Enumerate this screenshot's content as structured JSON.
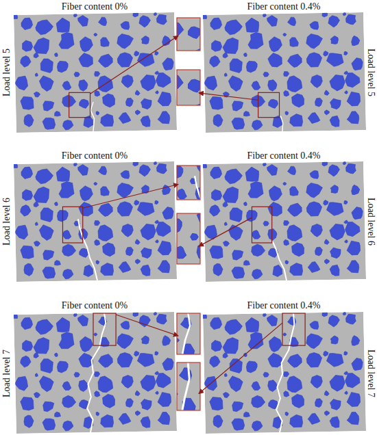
{
  "diagram": {
    "labels": [
      "Fiber content 0%",
      "Fiber content 0.4%",
      "Load level 5",
      "Load level 5",
      "Fiber content 0%",
      "Fiber content 0.4%",
      "Load level 6",
      "Load level 6",
      "Fiber content 0%",
      "Fiber content 0.4%",
      "Load level 7",
      "Load level 7"
    ]
  }
}
